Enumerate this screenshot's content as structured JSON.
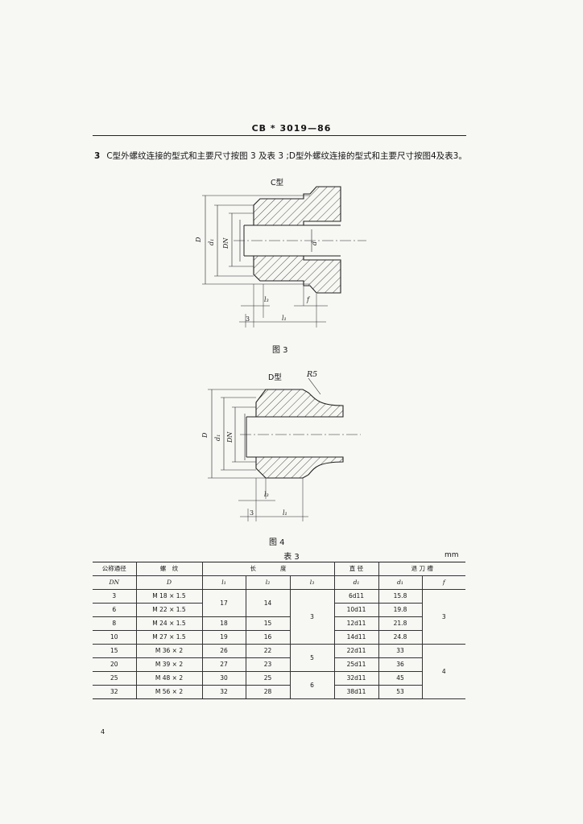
{
  "header": {
    "code": "CB * 3019—86"
  },
  "clause": {
    "number": "3",
    "text": "C型外螺纹连接的型式和主要尺寸按图 3 及表 3 ;D型外螺纹连接的型式和主要尺寸按图4及表3。"
  },
  "figure3": {
    "type_label": "C型",
    "caption": "图 3",
    "dims": {
      "D": "D",
      "d1": "d₁",
      "DN": "DN",
      "d": "d",
      "l3": "l₃",
      "f": "f",
      "three": "3",
      "l1": "l₁"
    }
  },
  "figure4": {
    "type_label": "D型",
    "radius": "R5",
    "caption": "图 4",
    "dims": {
      "D": "D",
      "d1": "d₁",
      "DN": "DN",
      "l3": "l₃",
      "three": "3",
      "l1": "l₁"
    }
  },
  "table": {
    "title": "表 3",
    "unit": "mm",
    "headers": {
      "dn_group": "公称通径",
      "thread_group": "螺　纹",
      "length_group": "长　　　　度",
      "dia_group": "直 径",
      "groove_group": "退 刀 槽",
      "dn": "DN",
      "D": "D",
      "l1": "l₁",
      "l2": "l₂",
      "l3": "l₃",
      "d1": "d₁",
      "groove_d": "d₁",
      "f": "f"
    },
    "rows": [
      {
        "dn": "3",
        "thread": "M 18 × 1.5",
        "l1": "17",
        "l2": "14",
        "l3": "3",
        "d1": "6d11",
        "gd": "15.8",
        "f": "3"
      },
      {
        "dn": "6",
        "thread": "M 22 × 1.5",
        "l1": "",
        "l2": "",
        "l3": "",
        "d1": "10d11",
        "gd": "19.8",
        "f": ""
      },
      {
        "dn": "8",
        "thread": "M 24 × 1.5",
        "l1": "18",
        "l2": "15",
        "l3": "",
        "d1": "12d11",
        "gd": "21.8",
        "f": ""
      },
      {
        "dn": "10",
        "thread": "M 27 × 1.5",
        "l1": "19",
        "l2": "16",
        "l3": "",
        "d1": "14d11",
        "gd": "24.8",
        "f": ""
      },
      {
        "dn": "15",
        "thread": "M 36 × 2",
        "l1": "26",
        "l2": "22",
        "l3": "5",
        "d1": "22d11",
        "gd": "33",
        "f": "4"
      },
      {
        "dn": "20",
        "thread": "M 39 × 2",
        "l1": "27",
        "l2": "23",
        "l3": "",
        "d1": "25d11",
        "gd": "36",
        "f": ""
      },
      {
        "dn": "25",
        "thread": "M 48 × 2",
        "l1": "30",
        "l2": "25",
        "l3": "6",
        "d1": "32d11",
        "gd": "45",
        "f": ""
      },
      {
        "dn": "32",
        "thread": "M 56 × 2",
        "l1": "32",
        "l2": "28",
        "l3": "",
        "d1": "38d11",
        "gd": "53",
        "f": ""
      }
    ]
  },
  "footer": {
    "page": "4"
  }
}
